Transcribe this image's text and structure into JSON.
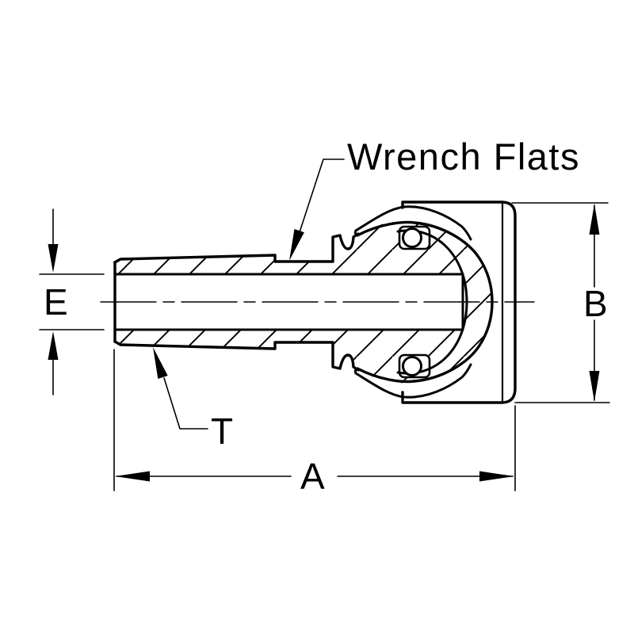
{
  "drawing": {
    "annotation_label": "Wrench Flats",
    "dim_labels": {
      "inner_diameter": "E",
      "body_height": "B",
      "taper": "T",
      "overall_length": "A"
    },
    "colors": {
      "line": "#000000",
      "background": "#ffffff"
    }
  }
}
